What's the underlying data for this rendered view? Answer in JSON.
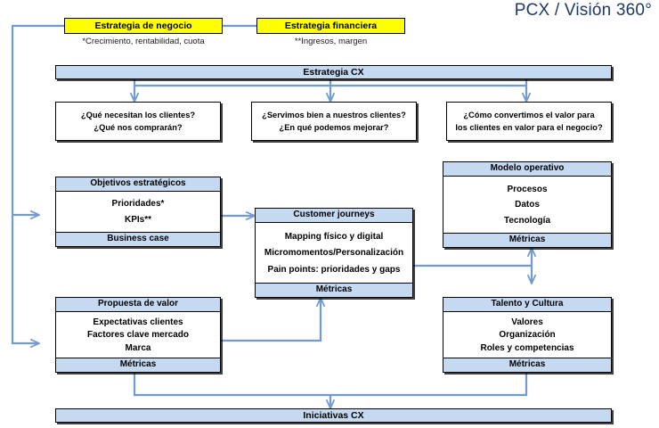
{
  "header": {
    "title": "PCX / Visión 360°"
  },
  "top": {
    "business_strategy": {
      "label": "Estrategia de negocio",
      "caption": "*Crecimiento, rentabilidad, cuota"
    },
    "financial_strategy": {
      "label": "Estrategia financiera",
      "caption": "**Ingresos, margen"
    }
  },
  "cx_strategy": {
    "label": "Estrategia CX"
  },
  "questions": [
    {
      "line1": "¿Qué necesitan los clientes?",
      "line2": "¿Qué nos comprarán?"
    },
    {
      "line1": "¿Servimos bien a nuestros clientes?",
      "line2": "¿En qué podemos mejorar?"
    },
    {
      "line1": "¿Cómo convertimos el valor para",
      "line2": "los clientes en valor para el negocio?"
    }
  ],
  "panels": {
    "strategic_objectives": {
      "head": "Objetivos estratégicos",
      "rows": [
        "Prioridades*",
        "KPIs**"
      ],
      "foot": "Business case"
    },
    "customer_journeys": {
      "head": "Customer journeys",
      "rows": [
        "Mapping físico y digital",
        "Micromomentos/Personalización",
        "Pain points: prioridades y gaps"
      ],
      "foot": "Métricas"
    },
    "operating_model": {
      "head": "Modelo operativo",
      "rows": [
        "Procesos",
        "Datos",
        "Tecnología"
      ],
      "foot": "Métricas"
    },
    "value_proposition": {
      "head": "Propuesta de valor",
      "rows": [
        "Expectativas clientes",
        "Factores clave mercado",
        "Marca"
      ],
      "foot": "Métricas"
    },
    "talent_culture": {
      "head": "Talento y Cultura",
      "rows": [
        "Valores",
        "Organización",
        "Roles y competencias"
      ],
      "foot": "Métricas"
    }
  },
  "bottom": {
    "initiatives": {
      "label": "Iniciativas CX"
    }
  },
  "colors": {
    "accent_yellow": "#ffff00",
    "panel_blue": "#c5d9f1",
    "connector_blue": "#6f9bd1",
    "title_navy": "#1f3864",
    "border_black": "#000000"
  }
}
